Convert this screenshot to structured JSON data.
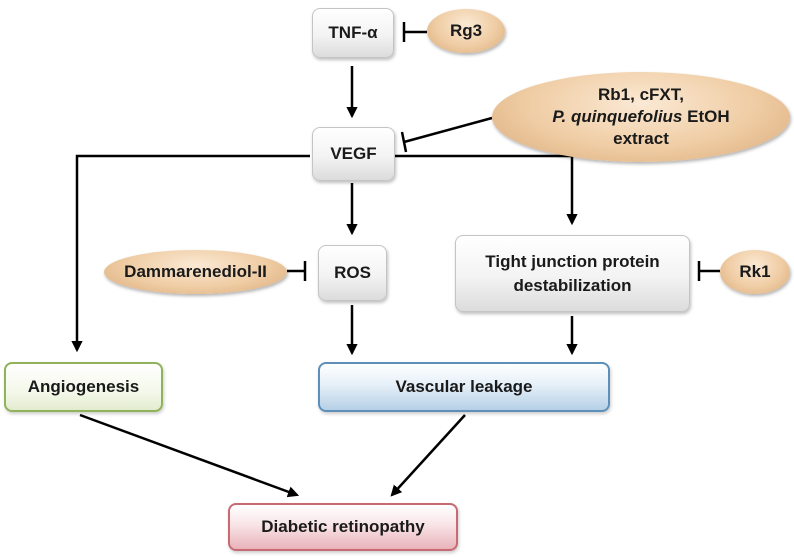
{
  "nodes": {
    "tnf": "TNF-α",
    "vegf": "VEGF",
    "ros": "ROS",
    "tight_junction": [
      "Tight junction protein",
      "destabilization"
    ],
    "angiogenesis": "Angiogenesis",
    "vascular_leakage": "Vascular leakage",
    "diabetic_retinopathy": "Diabetic retinopathy"
  },
  "inhibitors": {
    "rg3": "Rg3",
    "rb1_group": {
      "line1": "Rb1, cFXT,",
      "line2_italic": "P. quinquefolius",
      "line2_rest": " EtOH",
      "line3": "extract"
    },
    "dammarenediol": "Dammarenediol-II",
    "rk1": "Rk1"
  },
  "colors": {
    "process_box": "#f3f3f3",
    "angiogenesis_box": "#8fb25a",
    "leakage_box": "#5e8fb8",
    "disease_box": "#c86a74",
    "inhibitor_oval": "#efcca3",
    "arrow": "#000000"
  }
}
